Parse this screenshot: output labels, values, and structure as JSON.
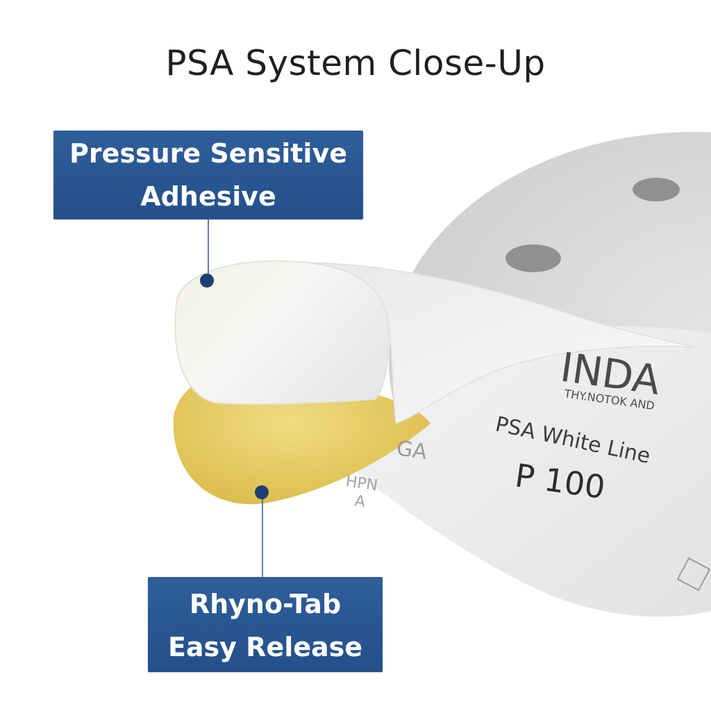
{
  "title": "PSA System Close-Up",
  "callouts": {
    "top": {
      "line1": "Pressure Sensitive",
      "line2": "Adhesive"
    },
    "bottom": {
      "line1": "Rhyno-Tab",
      "line2": "Easy Release"
    }
  },
  "disc_print": {
    "brand_partial": "INDA",
    "subtitle": "THY.NOTOK AND",
    "product": "PSA White Line",
    "grit": "P 100",
    "left_partial_1": "GA",
    "left_partial_2": "HPN",
    "left_partial_3": "A"
  },
  "colors": {
    "callout_blue": "#2a5790",
    "marker_dot": "#1d3f73",
    "title_text": "#1f1f1f",
    "disc_gray": "#d9dadb",
    "adhesive_yellow": "#e9cf62"
  }
}
